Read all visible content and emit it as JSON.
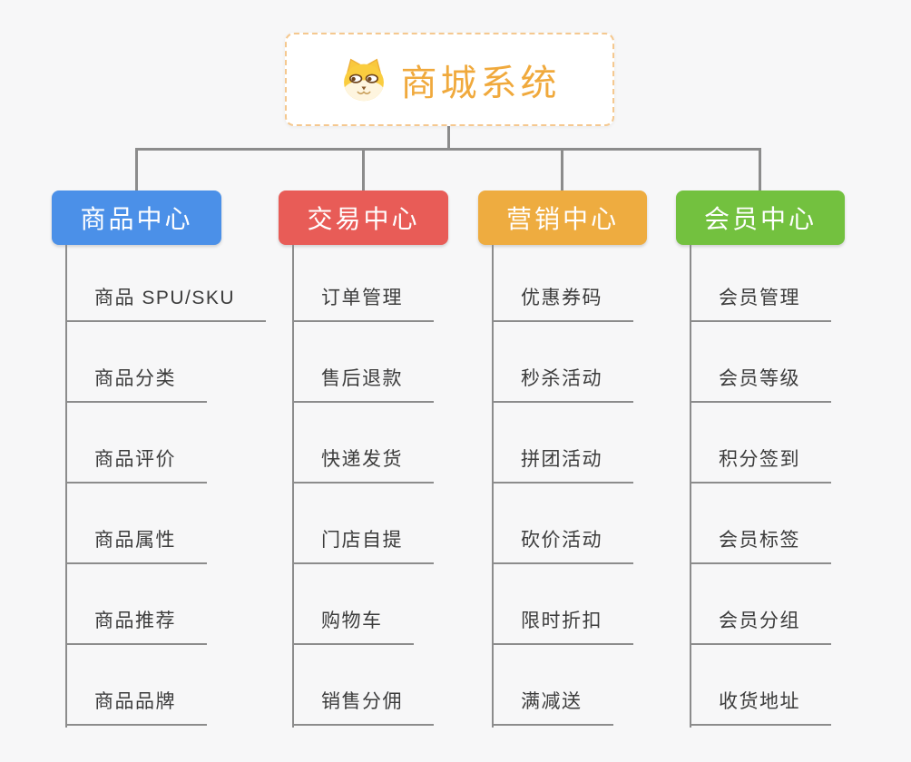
{
  "root": {
    "label": "商城系统",
    "icon": "dog-face-icon"
  },
  "branches": [
    {
      "label": "商品中心",
      "color": "#4b90e8",
      "items": [
        "商品 SPU/SKU",
        "商品分类",
        "商品评价",
        "商品属性",
        "商品推荐",
        "商品品牌"
      ]
    },
    {
      "label": "交易中心",
      "color": "#e85c57",
      "items": [
        "订单管理",
        "售后退款",
        "快递发货",
        "门店自提",
        "购物车",
        "销售分佣"
      ]
    },
    {
      "label": "营销中心",
      "color": "#eeac40",
      "items": [
        "优惠券码",
        "秒杀活动",
        "拼团活动",
        "砍价活动",
        "限时折扣",
        "满减送"
      ]
    },
    {
      "label": "会员中心",
      "color": "#73c13f",
      "items": [
        "会员管理",
        "会员等级",
        "积分签到",
        "会员标签",
        "会员分组",
        "收货地址"
      ]
    }
  ],
  "colors": {
    "bg": "#f7f7f8",
    "line": "#8c8c8c",
    "leaf-text": "#3c3c3c",
    "root-accent": "#f0a93c",
    "root-border": "#f5c88f"
  }
}
